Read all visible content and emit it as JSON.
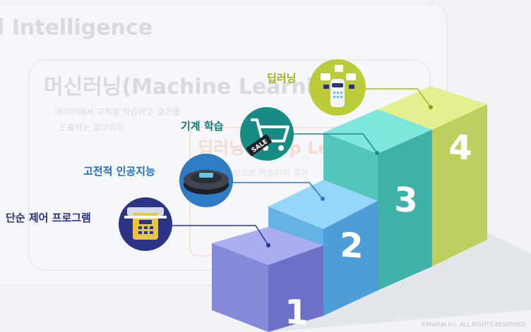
{
  "background": {
    "title_ai": "l Intelligence",
    "title_ml": "머신러닝(Machine Learning)",
    "ml_desc_line1": "· 데이터에서 규칙을 학습하고 결과를",
    "ml_desc_line2": "도출하는 알고리즘",
    "dl_title": "딥러닝(Deep Learning)",
    "dl_desc": "방으로 학습하여 결과"
  },
  "steps": [
    {
      "number": "1",
      "label": "단순 제어 프로그램",
      "label_color": "#28307f",
      "icon": "rice-cooker-icon"
    },
    {
      "number": "2",
      "label": "고전적 인공지능",
      "label_color": "#1f6fc1",
      "icon": "robot-vacuum-icon"
    },
    {
      "number": "3",
      "label": "기계 학습",
      "label_color": "#107a73",
      "icon": "shopping-cart-sale-icon"
    },
    {
      "number": "4",
      "label": "딥러닝",
      "label_color": "#a4ad1d",
      "icon": "smart-speaker-robot-icon"
    }
  ],
  "colors": {
    "step1": "#8f96e0",
    "step2": "#6eb9ea",
    "step3": "#5ccfc3",
    "step4": "#cfe07a"
  },
  "copyright": "©MathAI Inc. ALL RIGHTS RESERVED."
}
